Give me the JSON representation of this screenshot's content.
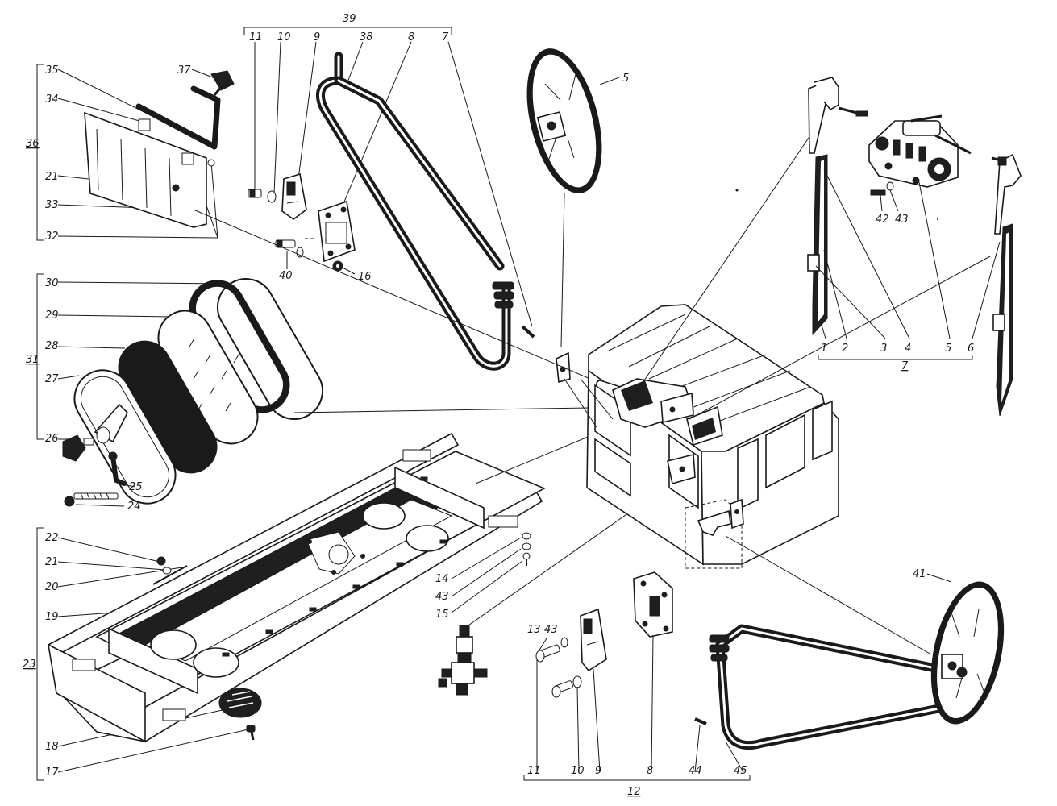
{
  "labels": {
    "l1": "1",
    "l2": "2",
    "l3": "3",
    "l4": "4",
    "l5a": "5",
    "l5b": "5",
    "l6": "6",
    "l7a": "7",
    "l7b": "7",
    "l8a": "8",
    "l8b": "8",
    "l9a": "9",
    "l9b": "9",
    "l10a": "10",
    "l10b": "10",
    "l11a": "11",
    "l11b": "11",
    "l12": "12",
    "l13": "13",
    "l14": "14",
    "l15": "15",
    "l16": "16",
    "l17": "17",
    "l18": "18",
    "l19": "19",
    "l20": "20",
    "l21a": "21",
    "l21b": "21",
    "l22": "22",
    "l23": "23",
    "l24": "24",
    "l25": "25",
    "l26": "26",
    "l27": "27",
    "l28": "28",
    "l29": "29",
    "l30": "30",
    "l31": "31",
    "l32": "32",
    "l33": "33",
    "l34": "34",
    "l35": "35",
    "l36": "36",
    "l37": "37",
    "l38": "38",
    "l39": "39",
    "l40": "40",
    "l41": "41",
    "l42": "42",
    "l43a": "43",
    "l43b": "43",
    "l43c": "43",
    "l44": "44",
    "l45": "45"
  }
}
